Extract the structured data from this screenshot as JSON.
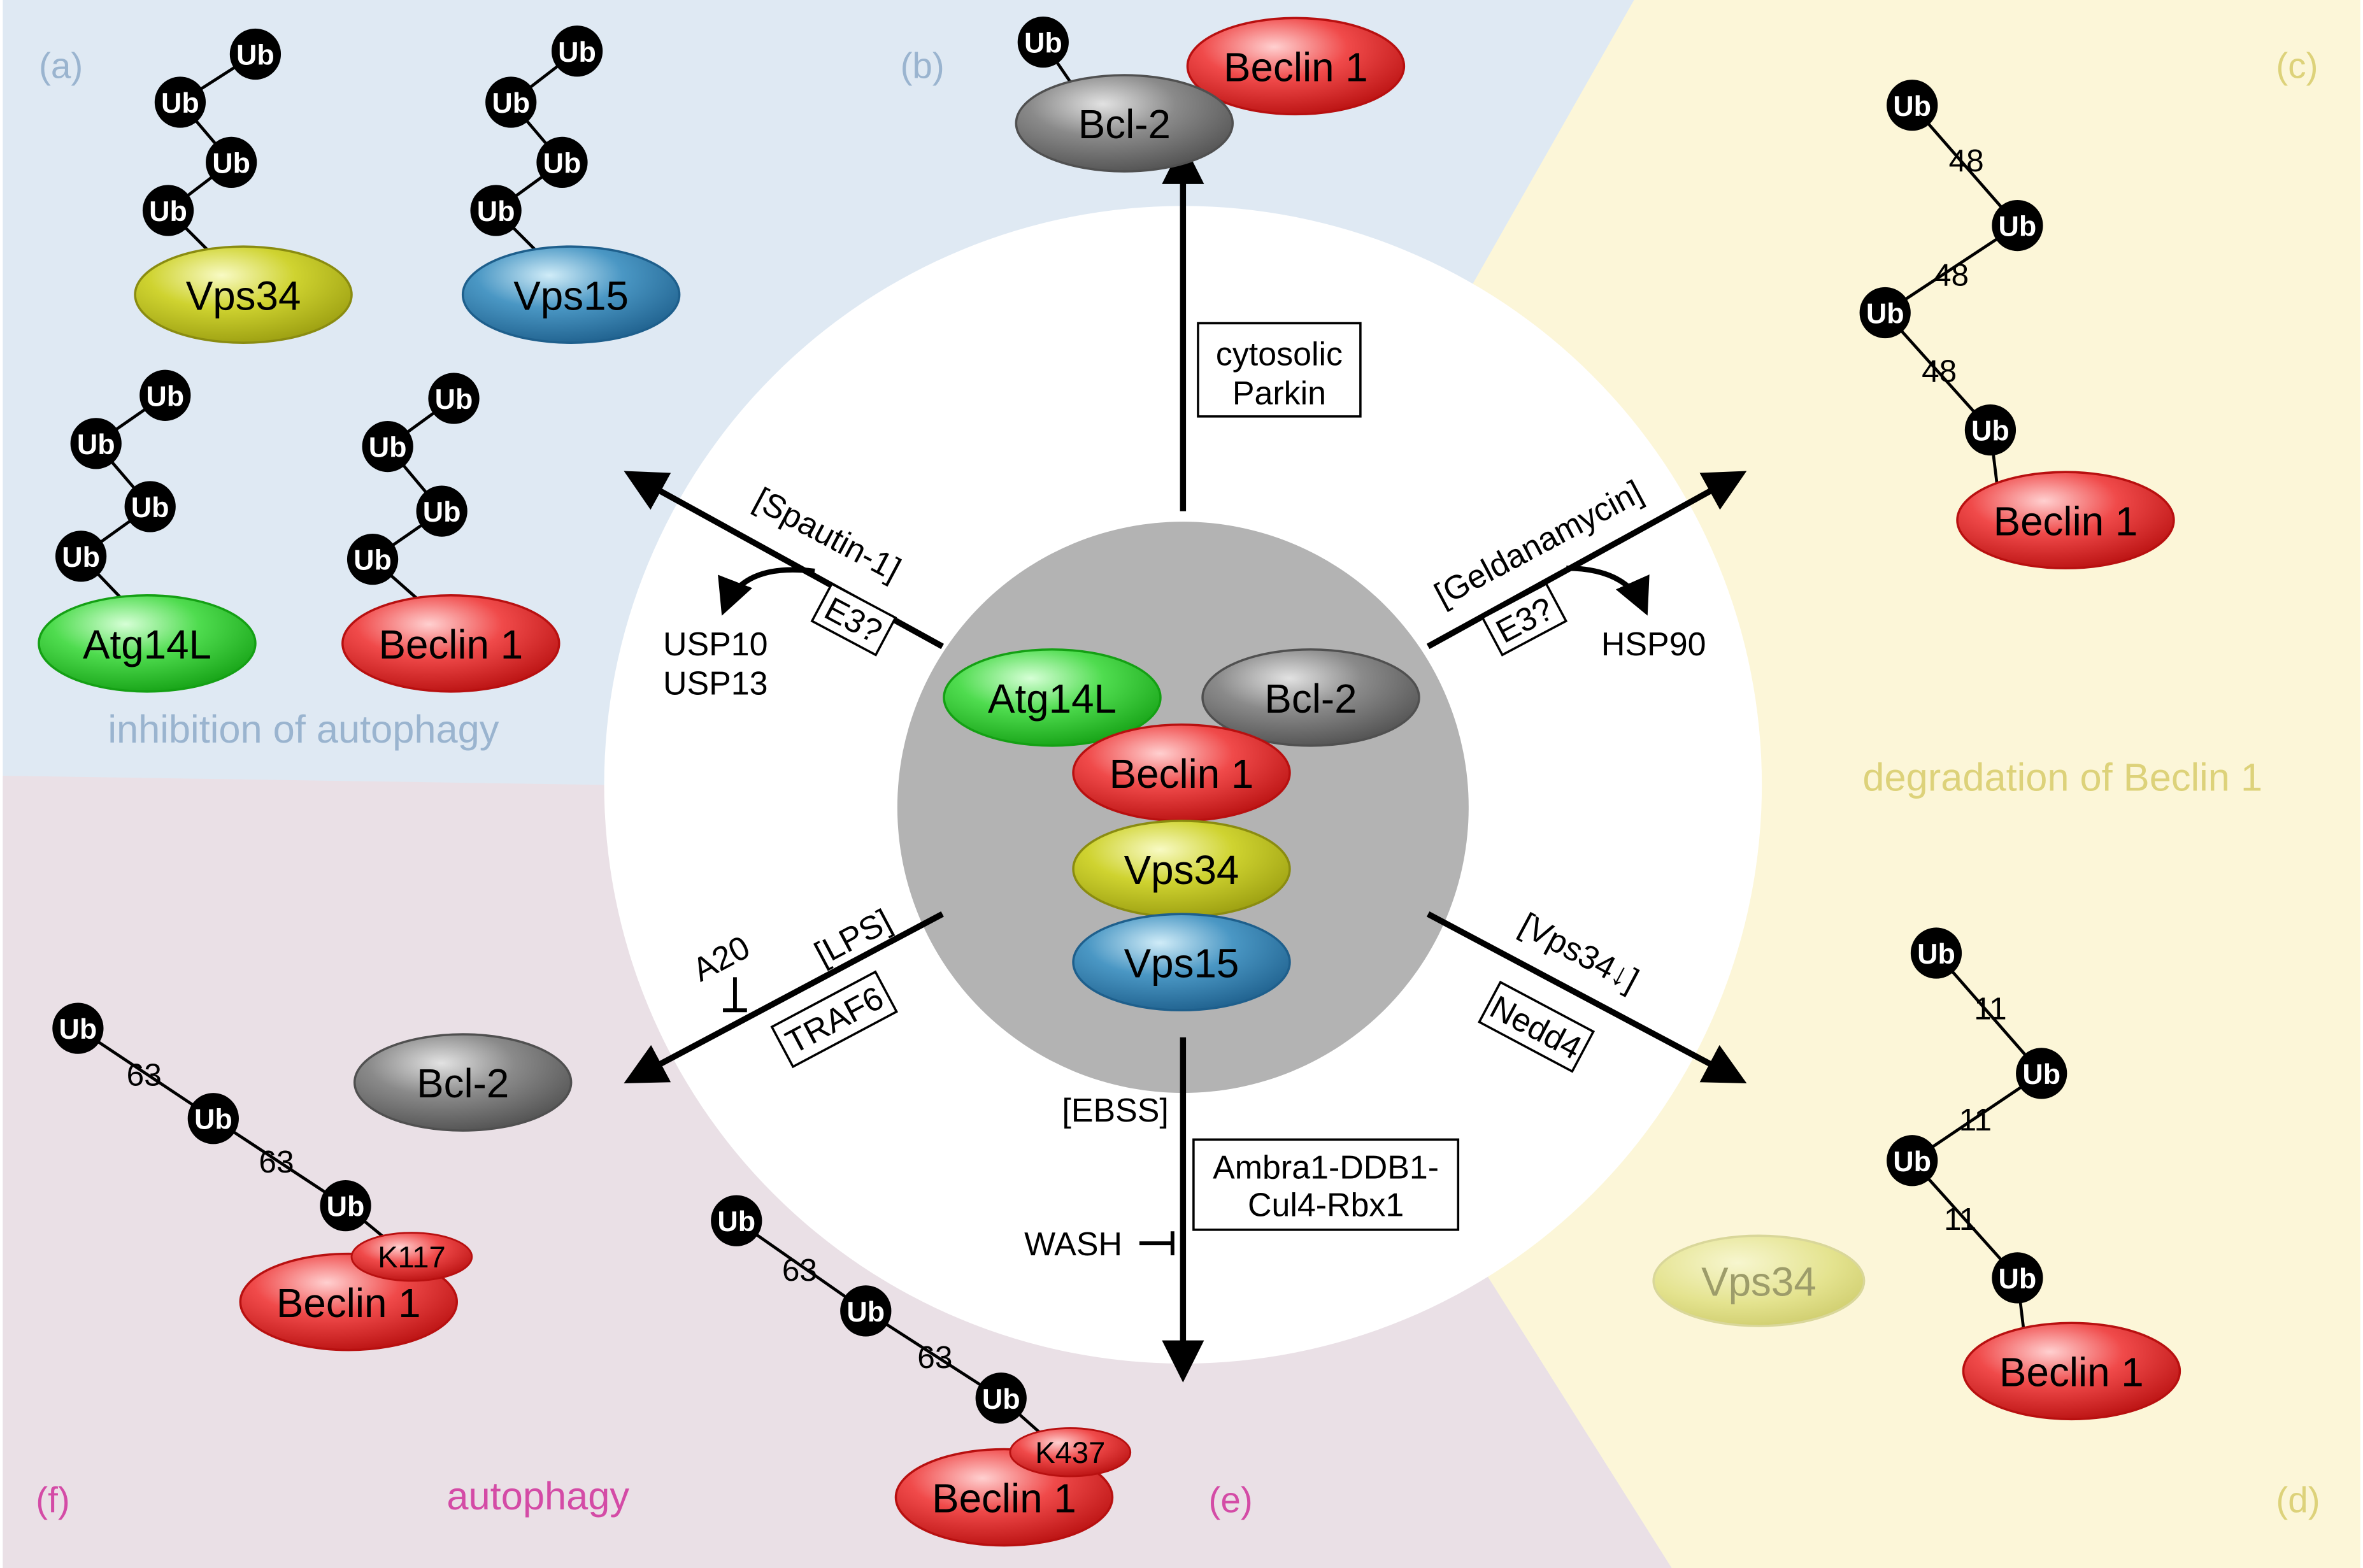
{
  "colors": {
    "bg_blue": "#dfe9f3",
    "bg_yellow": "#fcf6d8",
    "bg_mauve": "#eae0e6",
    "center_disc": "#b3b3b3",
    "beclin": "#f04a4a",
    "bcl2": "#7d7d7d",
    "vps34": "#cfd330",
    "vps15": "#4a97c4",
    "atg14l": "#4fdc4f",
    "panel_label_blue": "#9ab4cf",
    "panel_label_yellow": "#ddd27a",
    "panel_label_pink": "#d44ba6"
  },
  "panels": {
    "a": "(a)",
    "b": "(b)",
    "c": "(c)",
    "d": "(d)",
    "e": "(e)",
    "f": "(f)"
  },
  "captions": {
    "inhibition": "inhibition of autophagy",
    "degradation": "degradation of Beclin 1",
    "autophagy": "autophagy"
  },
  "proteins": {
    "vps34": "Vps34",
    "vps15": "Vps15",
    "atg14l": "Atg14L",
    "beclin1": "Beclin 1",
    "bcl2": "Bcl-2"
  },
  "ub": "Ub",
  "linkages": {
    "k48": "48",
    "k11": "11",
    "k63": "63"
  },
  "sites": {
    "k117": "K117",
    "k437": "K437"
  },
  "regulators": {
    "cytosolic": "cytosolic",
    "parkin": "Parkin",
    "spautin": "[Spautin-1]",
    "e3q": "E3?",
    "usp10": "USP10",
    "usp13": "USP13",
    "geldanamycin": "[Geldanamycin]",
    "hsp90": "HSP90",
    "vps34down": "[Vps34↓]",
    "nedd4": "Nedd4",
    "lps": "[LPS]",
    "traf6": "TRAF6",
    "a20": "A20",
    "ebss": "[EBSS]",
    "ambra_line1": "Ambra1-DDB1-",
    "ambra_line2": "Cul4-Rbx1",
    "wash": "WASH"
  }
}
